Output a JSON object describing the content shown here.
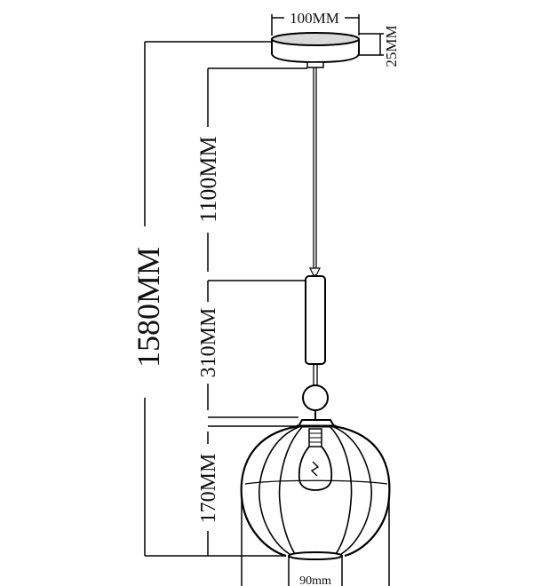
{
  "dimensions": {
    "canopy_diameter": "100MM",
    "canopy_height": "25MM",
    "cable_length": "1100MM",
    "total_height": "1580MM",
    "stem_length": "310MM",
    "shade_height": "170MM",
    "bottom_opening": "90mm"
  },
  "colors": {
    "line": "#000000",
    "canopy_fill": "#d9d9d9",
    "background": "#ffffff"
  }
}
